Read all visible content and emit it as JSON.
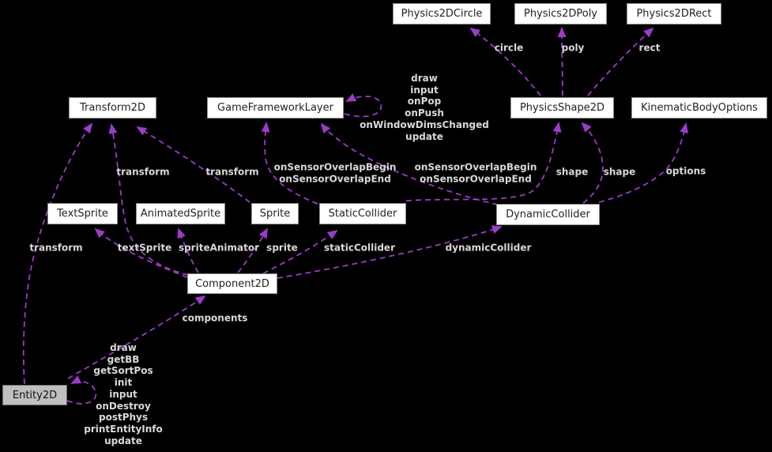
{
  "colors": {
    "background": "#000000",
    "edge": "#9b3cc8",
    "node_fill": "#ffffff",
    "node_border": "#8f8f8f",
    "node_text": "#1f1f1f",
    "focus_fill": "#bfbfbf",
    "focus_border": "#6a6a6a",
    "label_text": "#d9d9d9"
  },
  "nodes": {
    "physics2d_circle": "Physics2DCircle",
    "physics2d_poly": "Physics2DPoly",
    "physics2d_rect": "Physics2DRect",
    "transform2d": "Transform2D",
    "game_framework_layer": "GameFrameworkLayer",
    "physics_shape2d": "PhysicsShape2D",
    "kinematic_body_options": "KinematicBodyOptions",
    "text_sprite": "TextSprite",
    "animated_sprite": "AnimatedSprite",
    "sprite": "Sprite",
    "static_collider": "StaticCollider",
    "dynamic_collider": "DynamicCollider",
    "component2d": "Component2D",
    "entity2d": "Entity2D"
  },
  "edge_labels": {
    "circle": "circle",
    "poly": "poly",
    "rect": "rect",
    "gfl_methods": [
      "draw",
      "input",
      "onPop",
      "onPush",
      "onWindowDimsChanged",
      "update"
    ],
    "sensor_overlap_static": [
      "onSensorOverlapBegin",
      "onSensorOverlapEnd"
    ],
    "sensor_overlap_dynamic": [
      "onSensorOverlapBegin",
      "onSensorOverlapEnd"
    ],
    "shape_static": "shape",
    "shape_dynamic": "shape",
    "options": "options",
    "transform_entity": "transform",
    "transform_component": "transform",
    "transform_sprite": "transform",
    "text_sprite": "textSprite",
    "sprite_animator": "spriteAnimator",
    "sprite": "sprite",
    "static_collider": "staticCollider",
    "dynamic_collider": "dynamicCollider",
    "components": "components",
    "entity_methods": [
      "draw",
      "getBB",
      "getSortPos",
      "init",
      "input",
      "onDestroy",
      "postPhys",
      "printEntityInfo",
      "update"
    ]
  }
}
